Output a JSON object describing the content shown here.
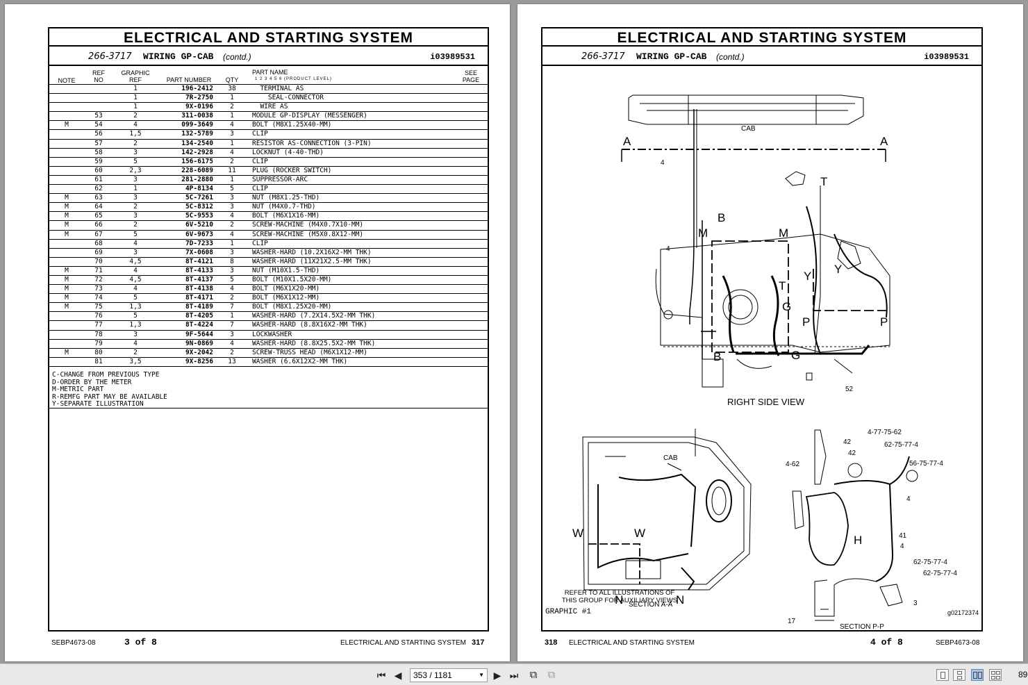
{
  "left_page": {
    "system_title": "ELECTRICAL AND STARTING SYSTEM",
    "group_number": "266-3717",
    "group_name": "WIRING GP-CAB",
    "group_contd": "(contd.)",
    "illustration_id": "i03989531",
    "headers": {
      "note": "NOTE",
      "ref_top": "REF",
      "ref_bottom": "NO",
      "graphic_top": "GRAPHIC",
      "graphic_bottom": "REF",
      "part_number": "PART NUMBER",
      "qty": "QTY",
      "part_name": "PART NAME",
      "product_level": "1 2 3 4 5 6 (PRODUCT LEVEL)",
      "see_top": "SEE",
      "see_bottom": "PAGE"
    },
    "rows": [
      {
        "note": "",
        "ref": "",
        "gref": "1",
        "pn": "196-2412",
        "qty": "38",
        "name": "  TERMINAL AS"
      },
      {
        "note": "",
        "ref": "",
        "gref": "1",
        "pn": "7R-2750",
        "qty": "1",
        "name": "    SEAL-CONNECTOR"
      },
      {
        "note": "",
        "ref": "",
        "gref": "1",
        "pn": "9X-0196",
        "qty": "2",
        "name": "  WIRE AS"
      },
      {
        "note": "",
        "ref": "53",
        "gref": "2",
        "pn": "311-0038",
        "qty": "1",
        "name": "MODULE GP-DISPLAY (MESSENGER)"
      },
      {
        "note": "M",
        "ref": "54",
        "gref": "4",
        "pn": "099-3649",
        "qty": "4",
        "name": "BOLT (M8X1.25X40-MM)"
      },
      {
        "note": "",
        "ref": "56",
        "gref": "1,5",
        "pn": "132-5789",
        "qty": "3",
        "name": "CLIP"
      },
      {
        "note": "",
        "ref": "57",
        "gref": "2",
        "pn": "134-2540",
        "qty": "1",
        "name": "RESISTOR AS-CONNECTION (3-PIN)"
      },
      {
        "note": "",
        "ref": "58",
        "gref": "3",
        "pn": "142-2928",
        "qty": "4",
        "name": "LOCKNUT (4-40-THD)"
      },
      {
        "note": "",
        "ref": "59",
        "gref": "5",
        "pn": "156-6175",
        "qty": "2",
        "name": "CLIP"
      },
      {
        "note": "",
        "ref": "60",
        "gref": "2,3",
        "pn": "228-6089",
        "qty": "11",
        "name": "PLUG (ROCKER SWITCH)"
      },
      {
        "note": "",
        "ref": "61",
        "gref": "3",
        "pn": "281-2880",
        "qty": "1",
        "name": "SUPPRESSOR-ARC"
      },
      {
        "note": "",
        "ref": "62",
        "gref": "1",
        "pn": "4P-8134",
        "qty": "5",
        "name": "CLIP"
      },
      {
        "note": "M",
        "ref": "63",
        "gref": "3",
        "pn": "5C-7261",
        "qty": "3",
        "name": "NUT (M8X1.25-THD)"
      },
      {
        "note": "M",
        "ref": "64",
        "gref": "2",
        "pn": "5C-8312",
        "qty": "3",
        "name": "NUT (M4X0.7-THD)"
      },
      {
        "note": "M",
        "ref": "65",
        "gref": "3",
        "pn": "5C-9553",
        "qty": "4",
        "name": "BOLT (M6X1X16-MM)"
      },
      {
        "note": "M",
        "ref": "66",
        "gref": "2",
        "pn": "6V-5210",
        "qty": "2",
        "name": "SCREW-MACHINE (M4X0.7X10-MM)"
      },
      {
        "note": "M",
        "ref": "67",
        "gref": "5",
        "pn": "6V-9673",
        "qty": "4",
        "name": "SCREW-MACHINE (M5X0.8X12-MM)"
      },
      {
        "note": "",
        "ref": "68",
        "gref": "4",
        "pn": "7D-7233",
        "qty": "1",
        "name": "CLIP"
      },
      {
        "note": "",
        "ref": "69",
        "gref": "3",
        "pn": "7X-0608",
        "qty": "3",
        "name": "WASHER-HARD (10.2X16X2-MM THK)"
      },
      {
        "note": "",
        "ref": "70",
        "gref": "4,5",
        "pn": "8T-4121",
        "qty": "8",
        "name": "WASHER-HARD (11X21X2.5-MM THK)"
      },
      {
        "note": "M",
        "ref": "71",
        "gref": "4",
        "pn": "8T-4133",
        "qty": "3",
        "name": "NUT (M10X1.5-THD)"
      },
      {
        "note": "M",
        "ref": "72",
        "gref": "4,5",
        "pn": "8T-4137",
        "qty": "5",
        "name": "BOLT (M10X1.5X20-MM)"
      },
      {
        "note": "M",
        "ref": "73",
        "gref": "4",
        "pn": "8T-4138",
        "qty": "4",
        "name": "BOLT (M6X1X20-MM)"
      },
      {
        "note": "M",
        "ref": "74",
        "gref": "5",
        "pn": "8T-4171",
        "qty": "2",
        "name": "BOLT (M6X1X12-MM)"
      },
      {
        "note": "M",
        "ref": "75",
        "gref": "1,3",
        "pn": "8T-4189",
        "qty": "7",
        "name": "BOLT (M8X1.25X20-MM)"
      },
      {
        "note": "",
        "ref": "76",
        "gref": "5",
        "pn": "8T-4205",
        "qty": "1",
        "name": "WASHER-HARD (7.2X14.5X2-MM THK)"
      },
      {
        "note": "",
        "ref": "77",
        "gref": "1,3",
        "pn": "8T-4224",
        "qty": "7",
        "name": "WASHER-HARD (8.8X16X2-MM THK)"
      },
      {
        "note": "",
        "ref": "78",
        "gref": "3",
        "pn": "9F-5644",
        "qty": "3",
        "name": "LOCKWASHER"
      },
      {
        "note": "",
        "ref": "79",
        "gref": "4",
        "pn": "9N-0869",
        "qty": "4",
        "name": "WASHER-HARD (8.8X25.5X2-MM THK)"
      },
      {
        "note": "M",
        "ref": "80",
        "gref": "2",
        "pn": "9X-2042",
        "qty": "2",
        "name": "SCREW-TRUSS HEAD (M6X1X12-MM)"
      },
      {
        "note": "",
        "ref": "81",
        "gref": "3,5",
        "pn": "9X-8256",
        "qty": "13",
        "name": "WASHER (6.6X12X2-MM THK)"
      }
    ],
    "legend": [
      "C-CHANGE FROM PREVIOUS TYPE",
      "D-ORDER BY THE METER",
      "M-METRIC PART",
      "R-REMFG PART MAY BE AVAILABLE",
      "Y-SEPARATE ILLUSTRATION"
    ],
    "footer_doc": "SEBP4673-08",
    "footer_pages": "3 of 8",
    "footer_section": "ELECTRICAL AND STARTING SYSTEM",
    "footer_page_no": "317"
  },
  "right_page": {
    "system_title": "ELECTRICAL AND STARTING SYSTEM",
    "group_number": "266-3717",
    "group_name": "WIRING GP-CAB",
    "group_contd": "(contd.)",
    "illustration_id": "i03989531",
    "view_labels": {
      "right_side_view": "RIGHT SIDE VIEW",
      "section_aa": "SECTION A-A",
      "section_pp": "SECTION P-P",
      "cab": "CAB"
    },
    "callouts": [
      "A",
      "B",
      "M",
      "T",
      "Y",
      "G",
      "P",
      "W",
      "N",
      "H",
      "4",
      "52",
      "42",
      "4-62",
      "4-77-75-62",
      "62-75-77-4",
      "56-75-77-4",
      "41",
      "3",
      "17"
    ],
    "refer_note": "REFER TO ALL ILLUSTRATIONS OF THIS GROUP FOR AUXILIARY VIEWS",
    "graphic_label": "GRAPHIC #1",
    "graphic_id": "g02172374",
    "footer_page_no": "318",
    "footer_section": "ELECTRICAL AND STARTING SYSTEM",
    "footer_pages": "4 of 8",
    "footer_doc": "SEBP4673-08"
  },
  "toolbar": {
    "first_page_icon": "first-page-icon",
    "prev_page_icon": "prev-page-icon",
    "page_indicator": "353 / 1181",
    "next_page_icon": "next-page-icon",
    "last_page_icon": "last-page-icon",
    "zoom": "89"
  }
}
